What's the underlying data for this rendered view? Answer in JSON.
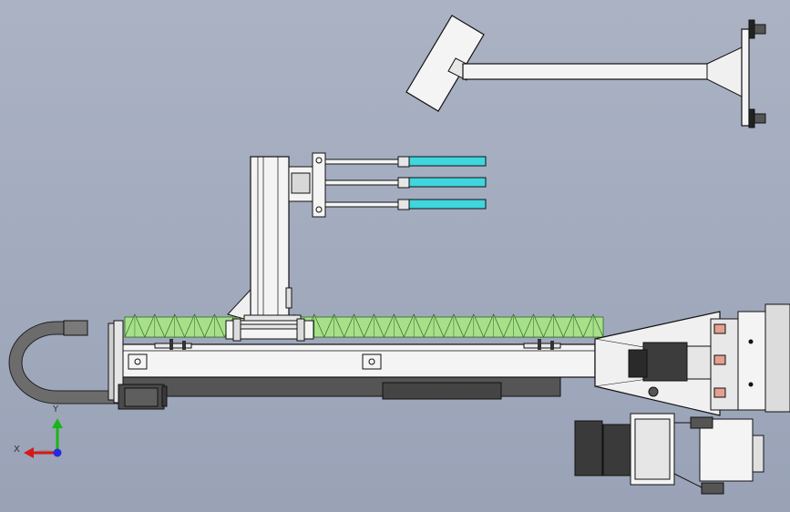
{
  "viewport": {
    "background_top": "#aab2c3",
    "background_bottom": "#99a2b6"
  },
  "colors": {
    "part_fill": "#f4f4f4",
    "part_edge": "#111111",
    "bellows_green": "#a8e08a",
    "cylinder_cyan": "#3fd6de",
    "dark_part": "#3c3c3c",
    "drag_chain": "#6c6c6c",
    "triad_x": "#d41a1a",
    "triad_y": "#1ab51a",
    "triad_z": "#2828e0"
  },
  "triad": {
    "x_label": "X",
    "y_label": "Y"
  },
  "parts": {
    "bellows_fold_count": 24
  }
}
